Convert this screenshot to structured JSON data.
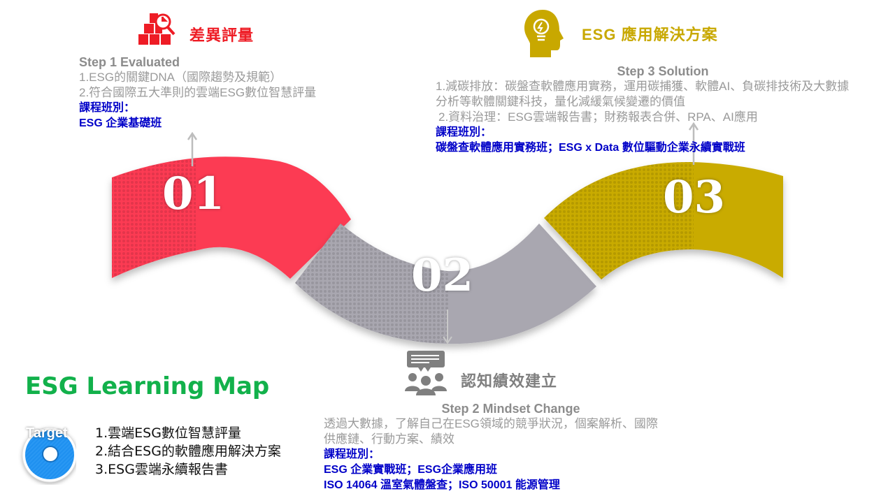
{
  "step1": {
    "icon": "boxes-magnifier-icon",
    "title": "差異評量",
    "heading": "Step 1 Evaluated",
    "lines": [
      "1.ESG的關鍵DNA（國際趨勢及規範）",
      "2.符合國際五大準則的雲端ESG數位智慧評量"
    ],
    "course_label": "課程班別：",
    "courses": [
      "ESG 企業基礎班"
    ],
    "number": "01",
    "color": "#fc3a52"
  },
  "step2": {
    "icon": "group-discussion-icon",
    "title": "認知績效建立",
    "heading": "Step 2 Mindset Change",
    "lines": [
      "透過大數據，了解自己在ESG領域的競爭狀況，個案解析、國際",
      "供應鏈、行動方案、績效"
    ],
    "course_label": "課程班別：",
    "courses": [
      "ESG 企業實戰班；ESG企業應用班",
      "ISO 14064 溫室氣體盤查；ISO 50001 能源管理"
    ],
    "number": "02",
    "color": "#a9a7b0"
  },
  "step3": {
    "icon": "head-lightbulb-icon",
    "title": "ESG 應用解決方案",
    "heading": "Step 3 Solution",
    "lines": [
      "1.減碳排放：碳盤查軟體應用實務，運用碳捕獲、軟體AI、負碳排技術及大數據",
      "分析等軟體關鍵科技，量化減緩氣候變遷的價值",
      "2.資料治理：ESG雲端報告書；財務報表合併、RPA、AI應用"
    ],
    "course_label": "課程班別：",
    "courses": [
      "碳盤查軟體應用實務班；ESG x Data 數位驅動企業永續實戰班"
    ],
    "number": "03",
    "color": "#c9ab00"
  },
  "map": {
    "title": "ESG Learning Map",
    "target_label": "Target",
    "targets": [
      "1.雲端ESG數位智慧評量",
      "2.結合ESG的軟體應用解決方案",
      "3.ESG雲端永續報告書"
    ]
  }
}
